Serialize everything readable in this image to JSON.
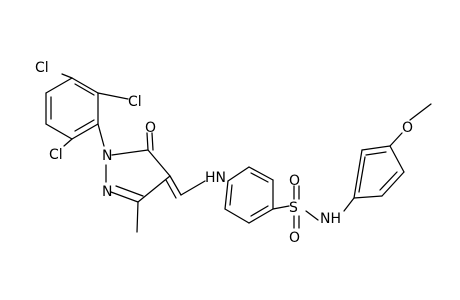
{
  "molecule": {
    "atoms": {
      "cl_top": "Cl",
      "cl_right": "Cl",
      "cl_left": "Cl",
      "n_ring": "N",
      "n_ring_eq": "N",
      "o_carbonyl": "O",
      "hn_amine": "HN",
      "s_sulfonyl": "S",
      "o_sulfonyl_top": "O",
      "o_sulfonyl_bottom": "O",
      "nh_sulfonamide": "NH",
      "o_methoxy": "O"
    }
  }
}
